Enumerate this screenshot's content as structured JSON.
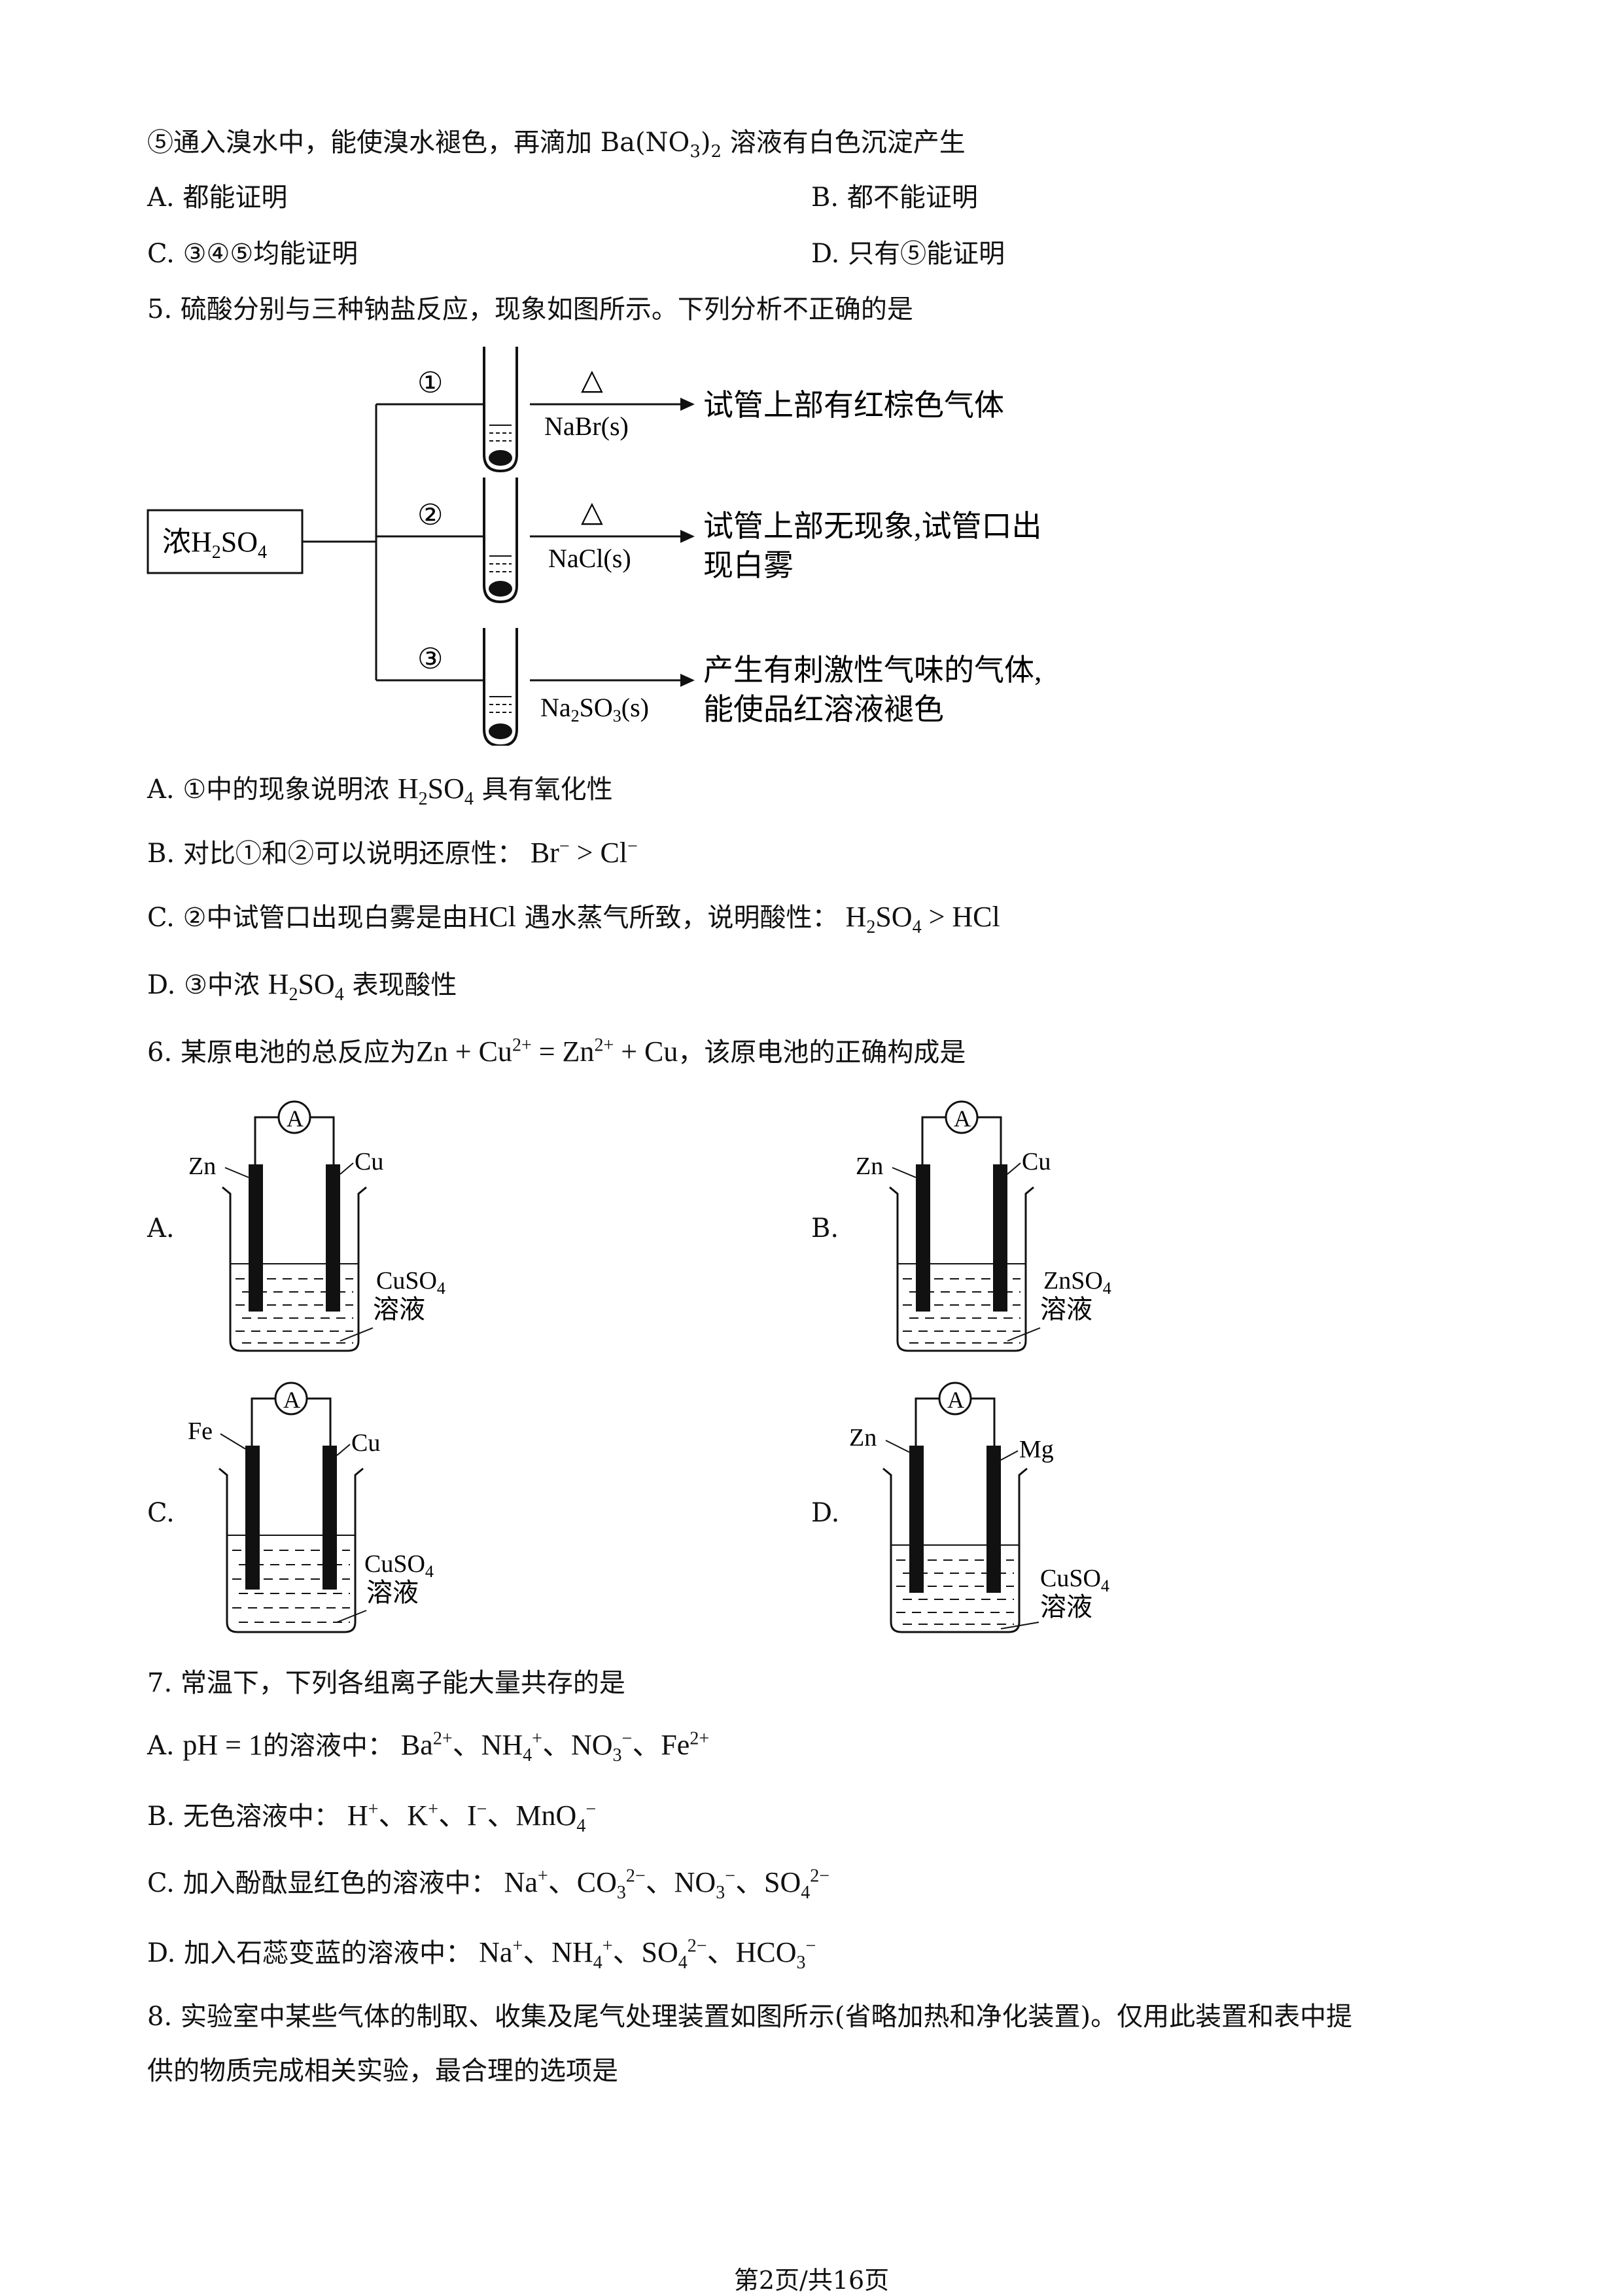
{
  "q4": {
    "item5": "⑤通入溴水中，能使溴水褪色，再滴加 Ba(NO",
    "item5_sub": "3",
    "item5_paren": ")",
    "item5_sub2": "2",
    "item5_tail": " 溶液有白色沉淀产生",
    "options": {
      "A": "A. 都能证明",
      "B": "B. 都不能证明",
      "C": "C. ③④⑤均能证明",
      "D": "D. 只有⑤能证明"
    }
  },
  "q5": {
    "stem": "5. 硫酸分别与三种钠盐反应，现象如图所示。下列分析不正确的是",
    "figure": {
      "reagent_main": "浓H",
      "reagent_sub1": "2",
      "reagent_mid": "SO",
      "reagent_sub2": "4",
      "branches": [
        {
          "num": "①",
          "heat": "△",
          "salt": "NaBr(s)",
          "result1": "试管上部有红棕色气体",
          "result2": ""
        },
        {
          "num": "②",
          "heat": "△",
          "salt": "NaCl(s)",
          "result1": "试管上部无现象,试管口出",
          "result2": "现白雾"
        },
        {
          "num": "③",
          "heat": "",
          "salt_a": "Na",
          "salt_b": "2",
          "salt_c": "SO",
          "salt_d": "3",
          "salt_e": "(s)",
          "result1": "产生有刺激性气味的气体,",
          "result2": "能使品红溶液褪色"
        }
      ]
    },
    "options": {
      "A_pre": "A. ①中的现象说明浓 ",
      "A_tail": " 具有氧化性",
      "B_pre": "B. 对比①和②可以说明还原性：",
      "C_pre": "C. ②中试管口出现白雾是由",
      "C_mid": "HCl",
      "C_tail": " 遇水蒸气所致，说明酸性：",
      "D_pre": "D. ③中浓 ",
      "D_tail": " 表现酸性"
    }
  },
  "q6": {
    "stem_pre": "6. 某原电池的总反应为",
    "stem_tail": "，该原电池的正确构成是",
    "ammeter": "A",
    "cells": [
      {
        "label": "A.",
        "left": "Zn",
        "right": "Cu",
        "sol_a": "CuSO",
        "sol_b": "4",
        "sol_c": "溶液"
      },
      {
        "label": "B.",
        "left": "Zn",
        "right": "Cu",
        "sol_a": "ZnSO",
        "sol_b": "4",
        "sol_c": "溶液"
      },
      {
        "label": "C.",
        "left": "Fe",
        "right": "Cu",
        "sol_a": "CuSO",
        "sol_b": "4",
        "sol_c": "溶液"
      },
      {
        "label": "D.",
        "left": "Zn",
        "right": "Mg",
        "sol_a": "CuSO",
        "sol_b": "4",
        "sol_c": "溶液"
      }
    ]
  },
  "q7": {
    "stem": "7. 常温下，下列各组离子能大量共存的是",
    "A_pre": "A. ",
    "A_mid": "的溶液中：",
    "B_pre": "B. 无色溶液中：",
    "C_pre": "C. 加入酚酞显红色的溶液中：",
    "D_pre": "D. 加入石蕊变蓝的溶液中："
  },
  "q8": {
    "line1": "8. 实验室中某些气体的制取、收集及尾气处理装置如图所示(省略加热和净化装置)。仅用此装置和表中提",
    "line2": "供的物质完成相关实验，最合理的选项是"
  },
  "footer": "第2页/共16页"
}
